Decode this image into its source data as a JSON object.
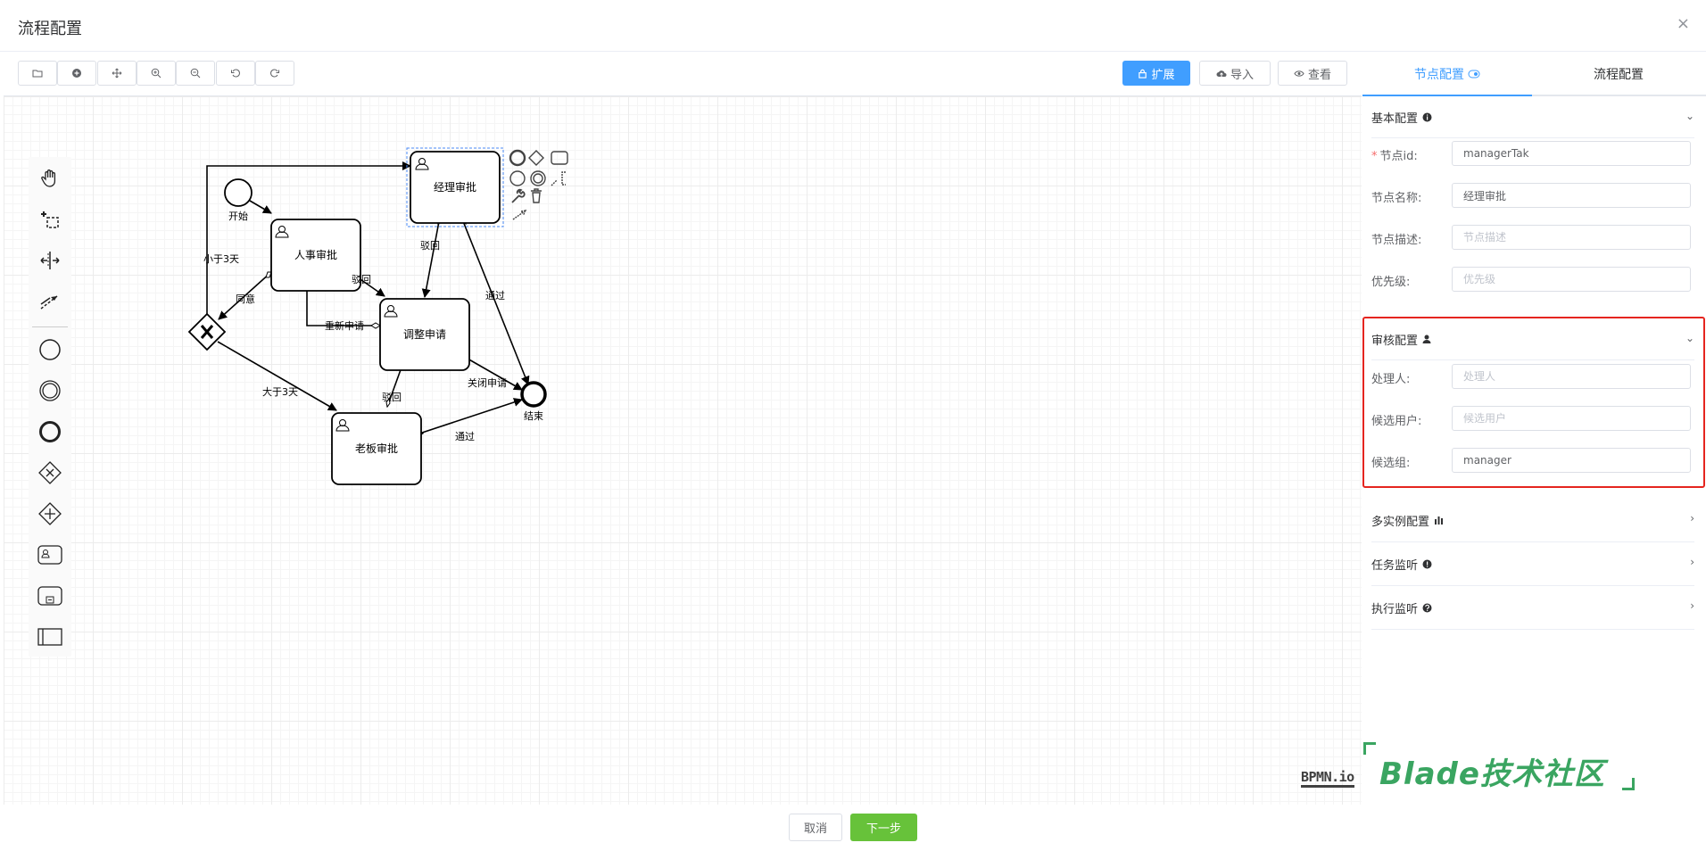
{
  "dialog": {
    "title": "流程配置",
    "close_icon": "×"
  },
  "toolbar": {
    "extend_label": "扩展",
    "import_label": "导入",
    "view_label": "查看"
  },
  "diagram": {
    "nodes": {
      "start": "开始",
      "end": "结束",
      "hr_approval": "人事审批",
      "manager_approval": "经理审批",
      "adjust_request": "调整申请",
      "boss_approval": "老板审批"
    },
    "edges": {
      "less_than_3": "小于3天",
      "more_than_3": "大于3天",
      "agree": "同意",
      "reject_hr": "驳回",
      "reject_manager": "驳回",
      "reject_boss": "驳回",
      "resubmit": "重新申请",
      "pass_manager": "通过",
      "pass_boss": "通过",
      "close_request": "关闭申请"
    },
    "logo": "BPMN.io"
  },
  "watermark": "Blade技术社区",
  "panel": {
    "tabs": [
      {
        "label": "节点配置"
      },
      {
        "label": "流程配置"
      }
    ],
    "basic": {
      "title": "基本配置",
      "node_id_label": "节点id:",
      "node_id_value": "managerTak",
      "node_name_label": "节点名称:",
      "node_name_value": "经理审批",
      "node_desc_label": "节点描述:",
      "node_desc_placeholder": "节点描述",
      "priority_label": "优先级:",
      "priority_placeholder": "优先级"
    },
    "audit": {
      "title": "审核配置",
      "assignee_label": "处理人:",
      "assignee_placeholder": "处理人",
      "candidate_users_label": "候选用户:",
      "candidate_users_placeholder": "候选用户",
      "candidate_group_label": "候选组:",
      "candidate_group_value": "manager"
    },
    "collapsed": [
      {
        "title": "多实例配置"
      },
      {
        "title": "任务监听"
      },
      {
        "title": "执行监听"
      }
    ]
  },
  "footer": {
    "cancel_label": "取消",
    "next_label": "下一步"
  },
  "colors": {
    "primary": "#409eff",
    "success": "#67c23a",
    "highlight": "#e5251f",
    "watermark": "#3aa561"
  }
}
